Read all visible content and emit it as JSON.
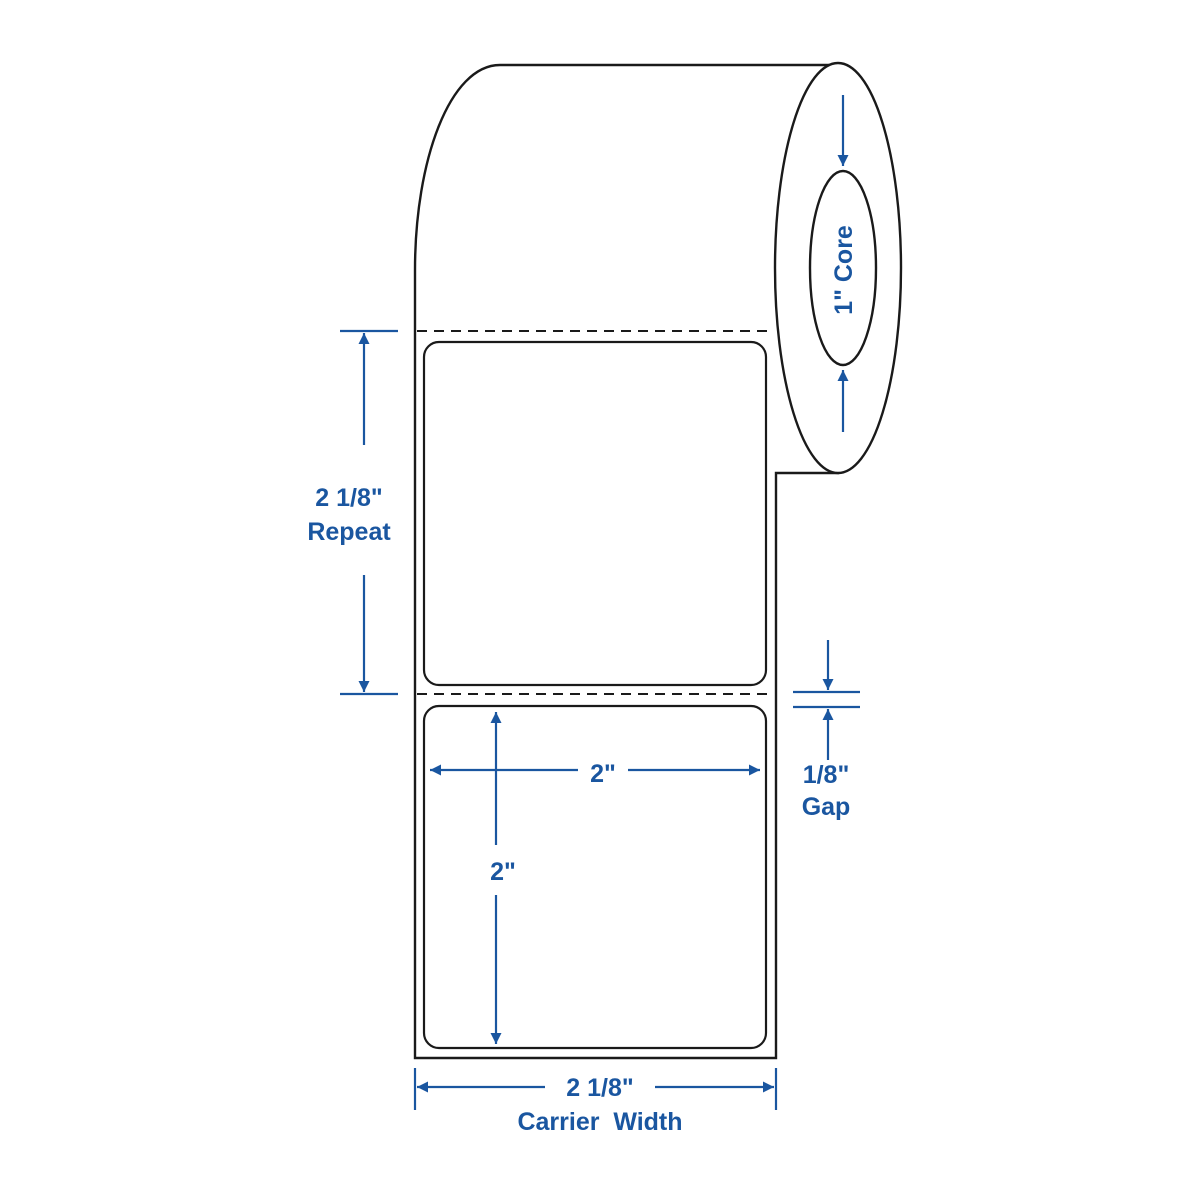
{
  "colors": {
    "dimension": "#1a56a0",
    "outline": "#1a1a1a"
  },
  "core": {
    "label": "1\" Core"
  },
  "repeat": {
    "value": "2 1/8\"",
    "label": "Repeat"
  },
  "gap": {
    "value": "1/8\"",
    "label": "Gap"
  },
  "label_size": {
    "width": "2\"",
    "height": "2\""
  },
  "carrier": {
    "value": "2 1/8\"",
    "label": "Carrier  Width"
  }
}
